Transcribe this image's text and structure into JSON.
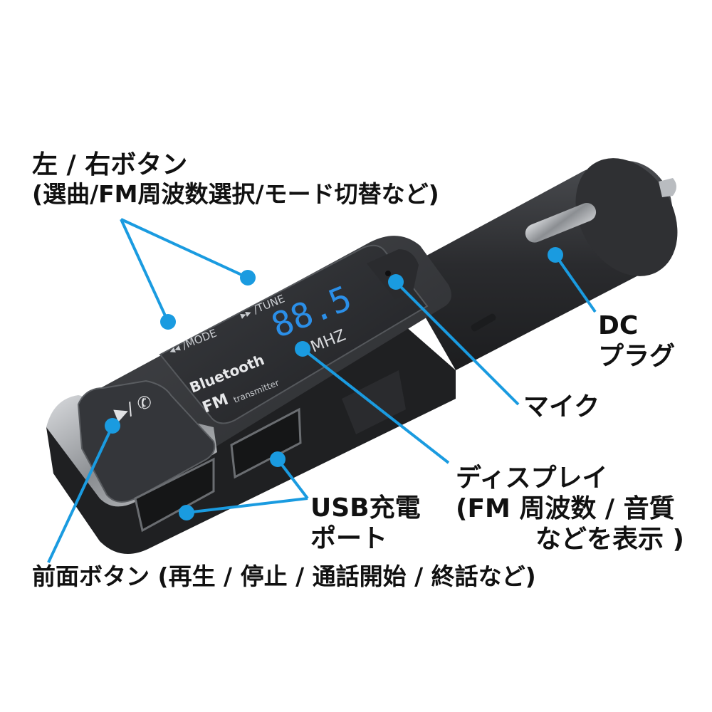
{
  "labels": {
    "left_right_buttons": {
      "line1": "左 / 右ボタン",
      "line2": "(選曲/FM周波数選択/モード切替など)"
    },
    "dc_plug": {
      "line1": "DC",
      "line2": "プラグ"
    },
    "mic": "マイク",
    "display": {
      "line1": "ディスプレイ",
      "line2": "(FM 周波数 / 音質",
      "line3": "などを表示 )"
    },
    "usb_port": {
      "line1": "USB充電",
      "line2": "ポート"
    },
    "front_button": "前面ボタン (再生 / 停止 / 通話開始 / 終話など)"
  },
  "device": {
    "mode_label": "◂◂ /MODE",
    "tune_label": "▸▸ /TUNE",
    "brand": "Bluetooth",
    "fm": "FM",
    "transmitter": "transmitter",
    "frequency": "88.5",
    "unit": "MHZ",
    "front_icon": "▶/ ✆"
  },
  "colors": {
    "callout": "#1a9be0",
    "body": "#2e2f31",
    "panel": "#3a3c3f",
    "display_digits": "#2b8fe8"
  }
}
